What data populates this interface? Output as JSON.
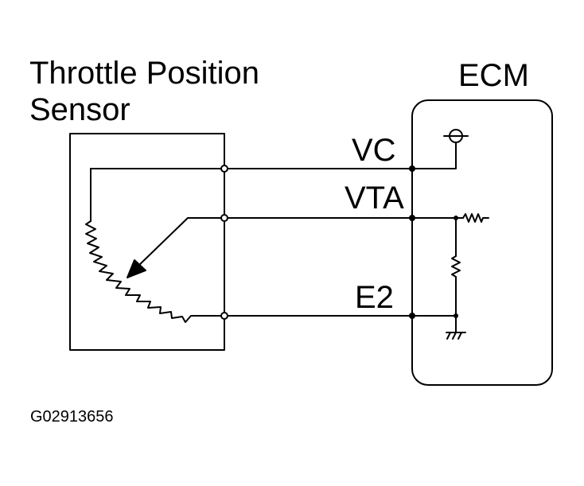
{
  "sensor": {
    "title_line1": "Throttle Position",
    "title_line2": "Sensor"
  },
  "ecm": {
    "label": "ECM"
  },
  "signals": {
    "vc": "VC",
    "vta": "VTA",
    "e2": "E2"
  },
  "figure_code": "G02913656"
}
